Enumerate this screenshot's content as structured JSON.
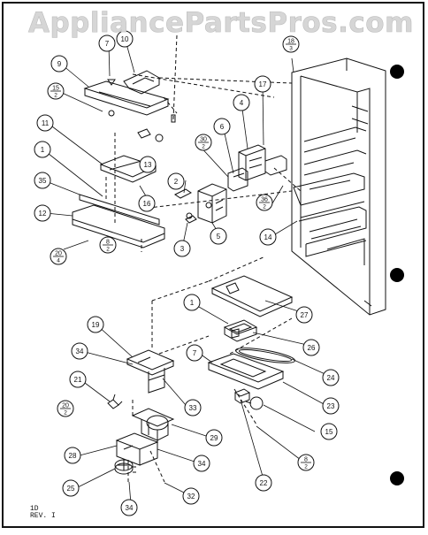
{
  "watermark": "AppliancePartsPros.com",
  "footer": {
    "line1": "1D",
    "line2": "REV. I"
  },
  "callouts": [
    {
      "label": "10"
    },
    {
      "label": "7"
    },
    {
      "label": "9"
    },
    {
      "label": "15",
      "sub": "2"
    },
    {
      "label": "11"
    },
    {
      "label": "13"
    },
    {
      "label": "1"
    },
    {
      "label": "35"
    },
    {
      "label": "16"
    },
    {
      "label": "12"
    },
    {
      "label": "20",
      "sub": "4"
    },
    {
      "label": "18",
      "sub": "3"
    },
    {
      "label": "17"
    },
    {
      "label": "4"
    },
    {
      "label": "6"
    },
    {
      "label": "30",
      "sub": "2"
    },
    {
      "label": "2"
    },
    {
      "label": "36",
      "sub": "2"
    },
    {
      "label": "14"
    },
    {
      "label": "5"
    },
    {
      "label": "3"
    },
    {
      "label": "1"
    },
    {
      "label": "27"
    },
    {
      "label": "26"
    },
    {
      "label": "7"
    },
    {
      "label": "24"
    },
    {
      "label": "23"
    },
    {
      "label": "15"
    },
    {
      "label": "22"
    },
    {
      "label": "8",
      "sub": "2"
    },
    {
      "label": "19"
    },
    {
      "label": "34"
    },
    {
      "label": "21"
    },
    {
      "label": "20",
      "sub": "2"
    },
    {
      "label": "33"
    },
    {
      "label": "29"
    },
    {
      "label": "28"
    },
    {
      "label": "34"
    },
    {
      "label": "25"
    },
    {
      "label": "32"
    },
    {
      "label": "34"
    },
    {
      "label": "8",
      "sub": "2"
    }
  ]
}
